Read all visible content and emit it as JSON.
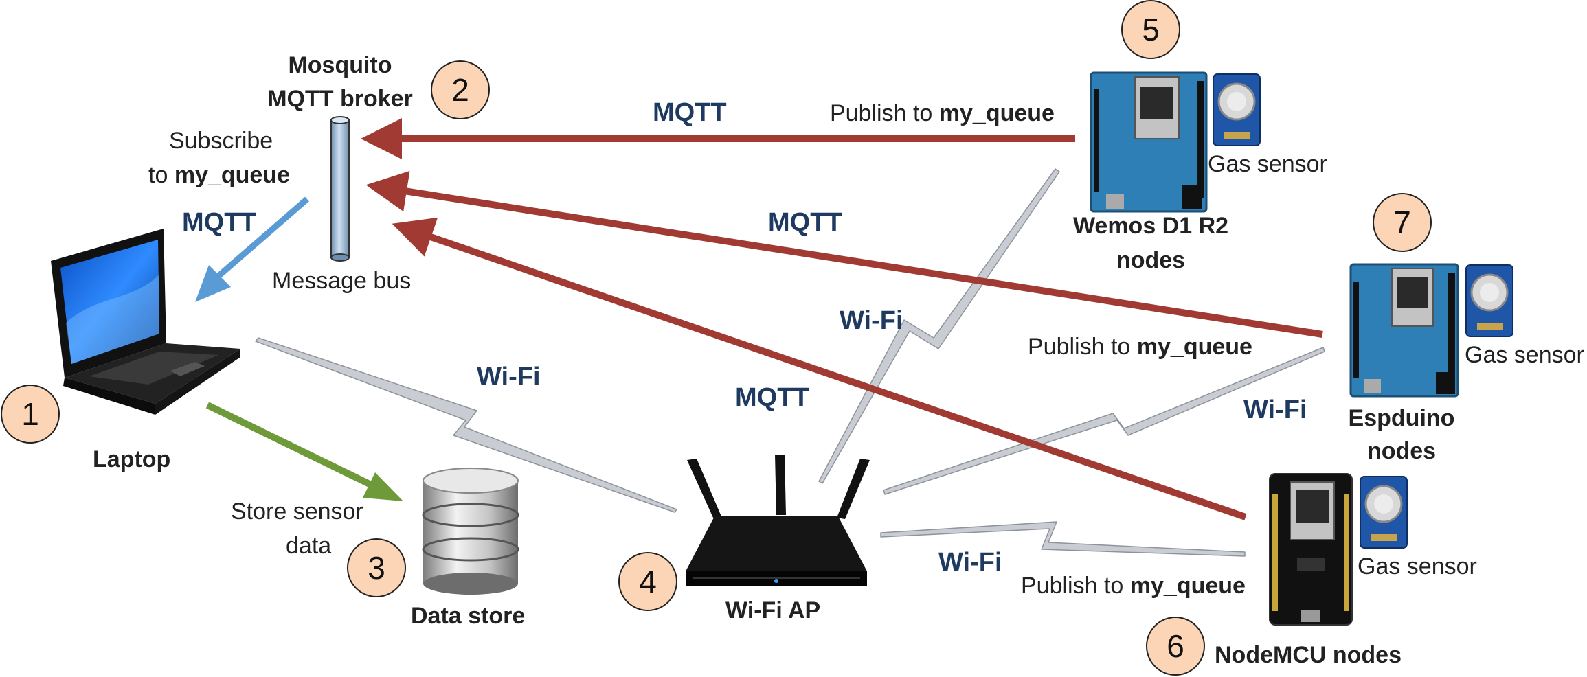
{
  "nodes": {
    "laptop": {
      "number": "1",
      "label": "Laptop"
    },
    "broker": {
      "number": "2",
      "title_line1": "Mosquito",
      "title_line2": "MQTT broker",
      "sublabel": "Message bus"
    },
    "datastore": {
      "number": "3",
      "label": "Data store"
    },
    "wifi_ap": {
      "number": "4",
      "label": "Wi-Fi AP"
    },
    "wemos": {
      "number": "5",
      "label_line1": "Wemos D1 R2",
      "label_line2": "nodes"
    },
    "nodemcu": {
      "number": "6",
      "label": "NodeMCU nodes"
    },
    "espduino": {
      "number": "7",
      "label_line1": "Espduino",
      "label_line2": "nodes"
    }
  },
  "labels": {
    "subscribe_line1": "Subscribe",
    "subscribe_prefix": "to ",
    "queue_name": "my_queue",
    "publish_prefix": "Publish to ",
    "store_line1": "Store sensor",
    "store_line2": "data",
    "gas_sensor": "Gas sensor"
  },
  "protocols": {
    "mqtt": "MQTT",
    "wifi": "Wi-Fi"
  },
  "colors": {
    "mqtt_arrow": "#a03a32",
    "subscribe_arrow": "#5b9bd5",
    "store_arrow": "#6f9a3a",
    "wifi_link": "#c8ccd2",
    "badge_fill": "#fbd5b5",
    "protocol_text": "#1f3a60"
  },
  "icons": {
    "laptop": "laptop-icon",
    "broker": "message-bus-icon",
    "datastore": "database-icon",
    "router": "router-icon",
    "board": "microcontroller-board-icon",
    "sensor": "gas-sensor-icon"
  }
}
